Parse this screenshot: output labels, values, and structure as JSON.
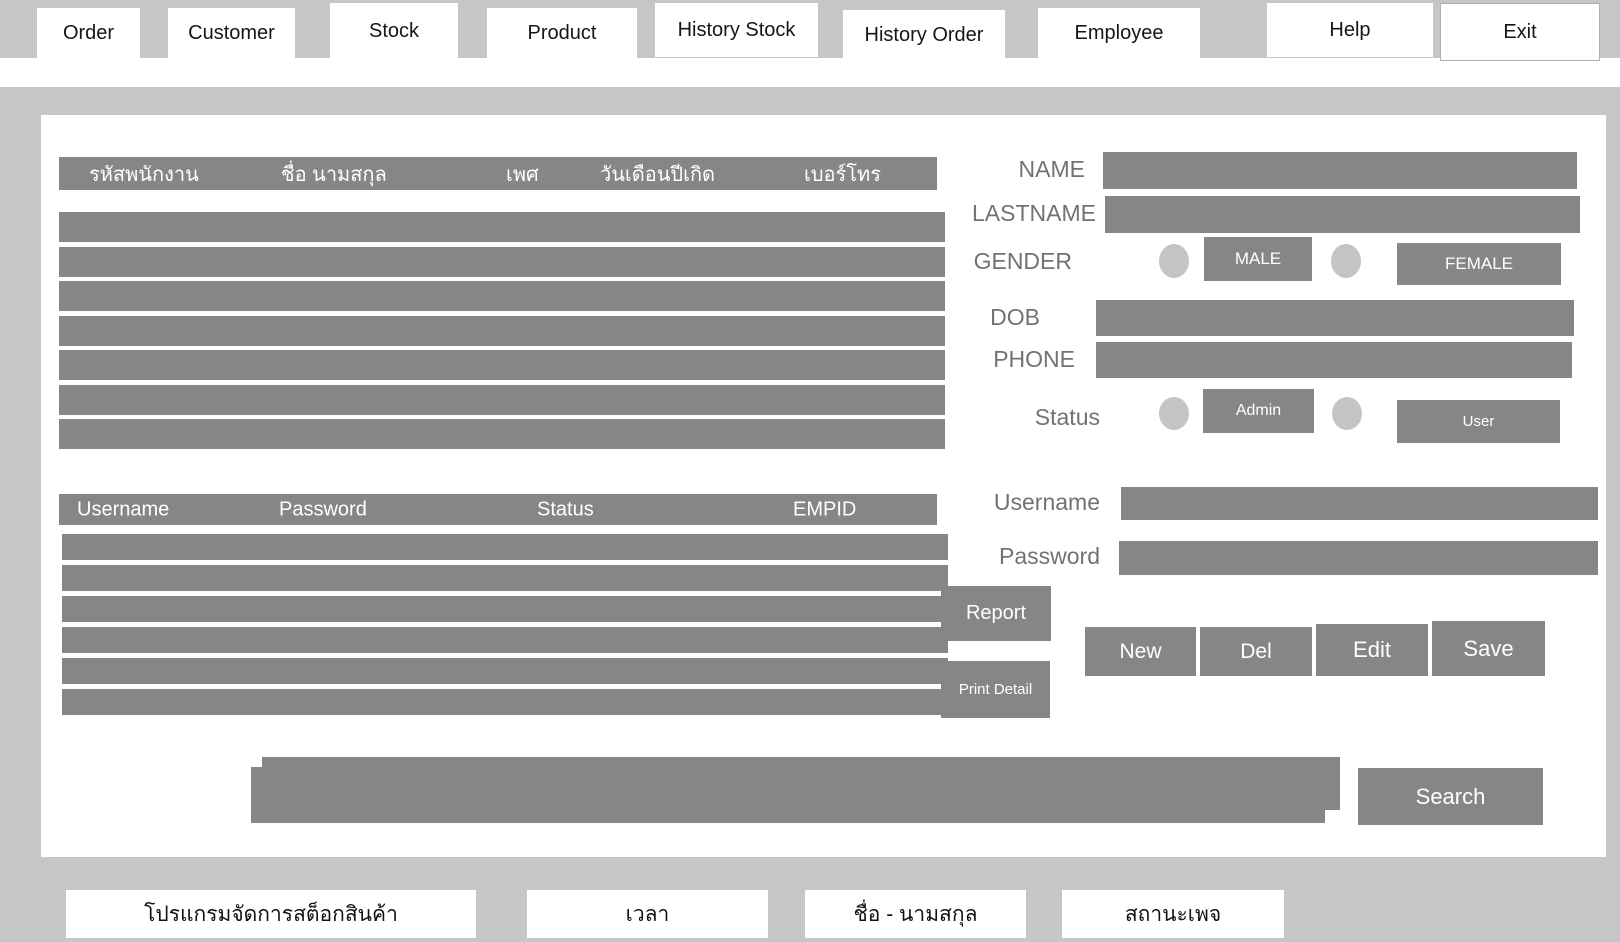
{
  "palette": {
    "background_gray": "#c6c6c6",
    "element_gray": "#848688",
    "radio_gray": "#c4c4c4",
    "label_gray": "#6f7377",
    "panel_white": "#ffffff"
  },
  "tabs": [
    {
      "label": "Order"
    },
    {
      "label": "Customer"
    },
    {
      "label": "Stock"
    },
    {
      "label": "Product"
    },
    {
      "label": "History Stock"
    },
    {
      "label": "History Order"
    },
    {
      "label": "Employee"
    },
    {
      "label": "Help"
    },
    {
      "label": "Exit"
    }
  ],
  "employee_table": {
    "headers": [
      "รหัสพนักงาน",
      "ชื่อ นามสกุล",
      "เพศ",
      "วันเดือนปีเกิด",
      "เบอร์โทร"
    ],
    "row_count": 7
  },
  "account_table": {
    "headers": [
      "Username",
      "Password",
      "Status",
      "EMPID"
    ],
    "row_count": 6
  },
  "form": {
    "name_label": "NAME",
    "lastname_label": "LASTNAME",
    "gender_label": "GENDER",
    "male_label": "MALE",
    "female_label": "FEMALE",
    "dob_label": "DOB",
    "phone_label": "PHONE",
    "status_label": "Status",
    "admin_label": "Admin",
    "user_label": "User",
    "username_label": "Username",
    "password_label": "Password"
  },
  "buttons": {
    "report": "Report",
    "print_detail": "Print Detail",
    "new": "New",
    "del": "Del",
    "edit": "Edit",
    "save": "Save",
    "search": "Search"
  },
  "status_bar": {
    "items": [
      "โปรแกรมจัดการสต็อกสินค้า",
      "เวลา",
      "ชื่อ - นามสกุล",
      "สถานะเพจ"
    ]
  }
}
